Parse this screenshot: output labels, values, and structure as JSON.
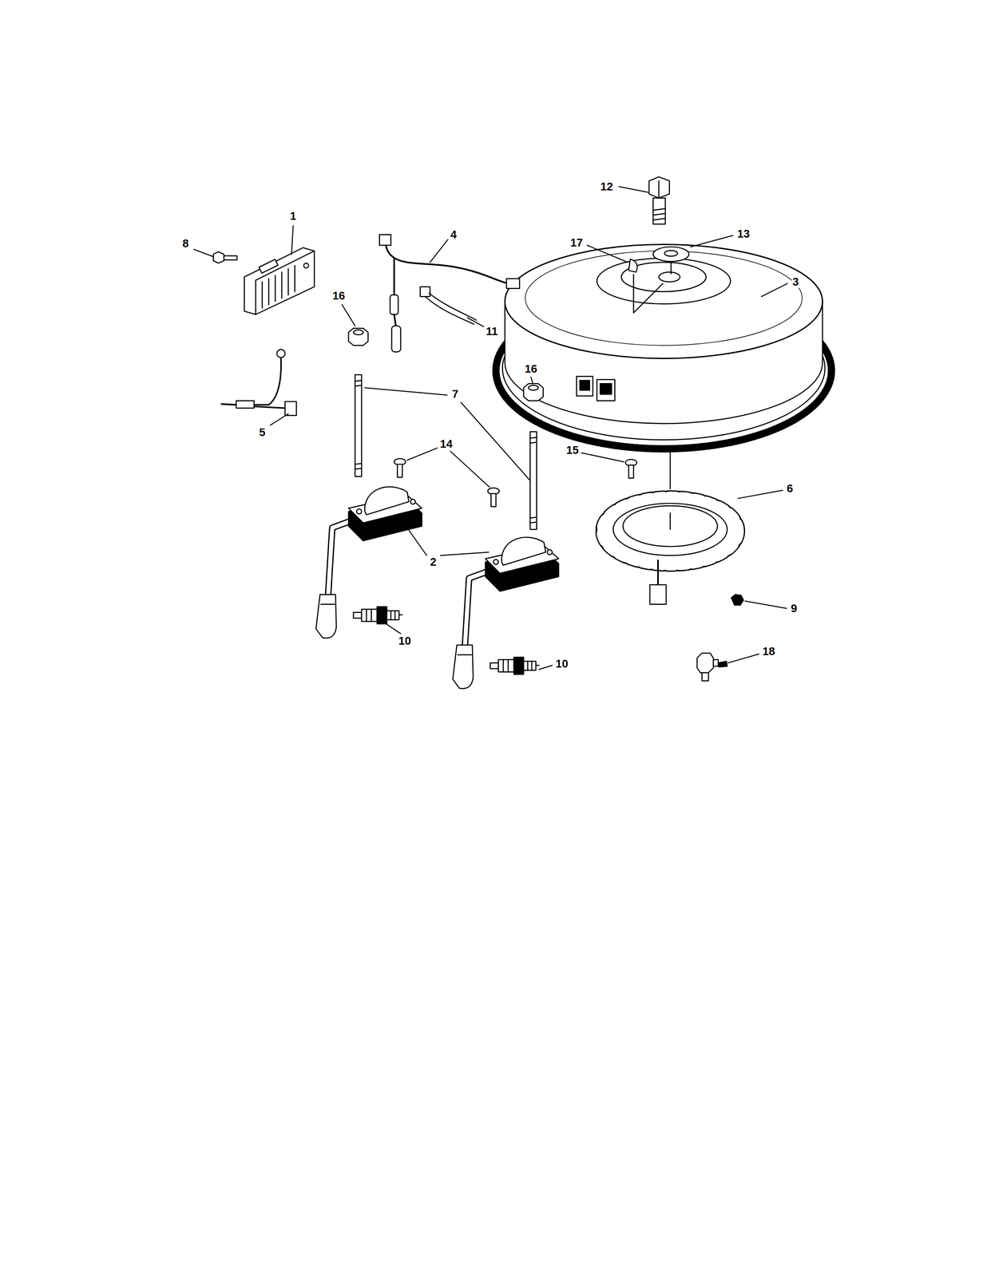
{
  "diagram": {
    "labels": [
      "12",
      "1",
      "13",
      "17",
      "8",
      "4",
      "3",
      "16",
      "11",
      "5",
      "7",
      "16",
      "14",
      "15",
      "6",
      "2",
      "9",
      "10",
      "18",
      "10"
    ]
  }
}
